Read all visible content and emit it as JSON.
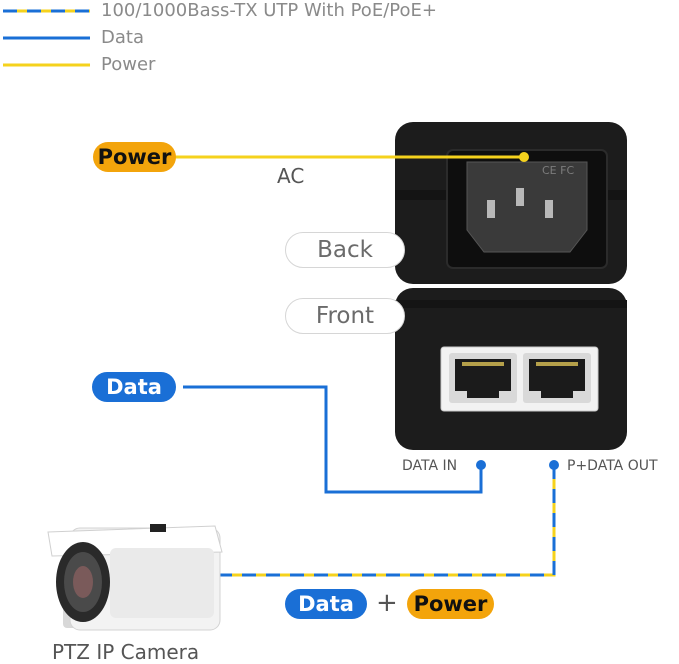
{
  "legend": [
    {
      "label": "100/1000Bass-TX UTP With PoE/PoE+",
      "style": "mixed"
    },
    {
      "label": "Data",
      "style": "data"
    },
    {
      "label": "Power",
      "style": "power"
    }
  ],
  "colors": {
    "data_blue": "#1a6fd6",
    "power_yellow": "#f5d21d",
    "power_orange": "#f3a40b",
    "device_black": "#1a1a1a"
  },
  "injector": {
    "back_label": "Back",
    "front_label": "Front",
    "ac_label": "AC",
    "socket_marks": "CE FC",
    "ports": {
      "data_in": "DATA IN",
      "data_out": "P+DATA OUT"
    }
  },
  "badges": {
    "power": "Power",
    "data": "Data",
    "bottom_data": "Data",
    "plus": "+",
    "bottom_power": "Power"
  },
  "camera": {
    "label": "PTZ IP Camera"
  }
}
